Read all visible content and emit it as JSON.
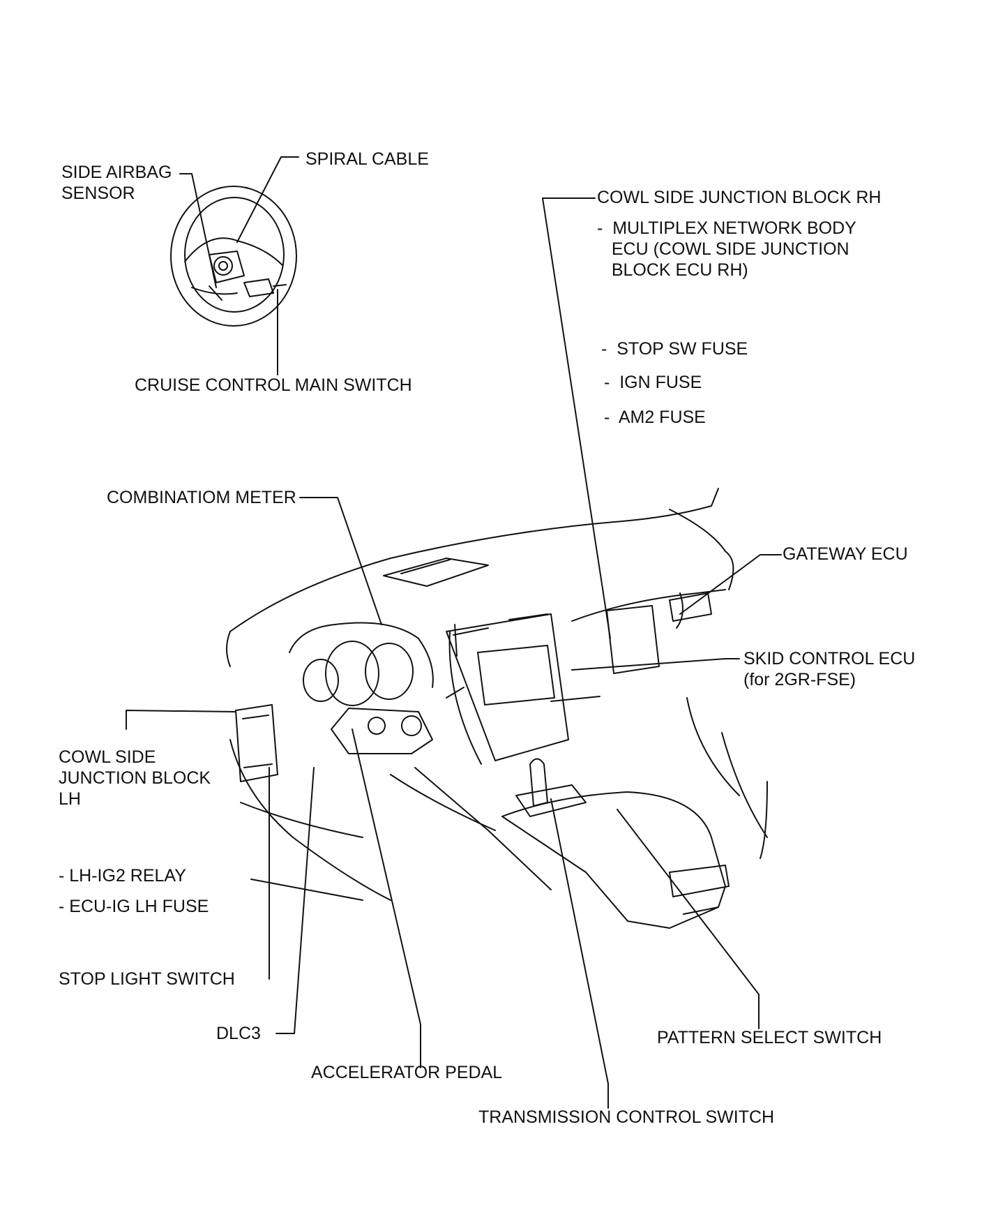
{
  "labels": {
    "side_airbag_sensor": "SIDE AIRBAG\nSENSOR",
    "spiral_cable": "SPIRAL CABLE",
    "cruise_control_main_switch": "CRUISE CONTROL MAIN SWITCH",
    "cowl_side_jb_rh": "COWL SIDE JUNCTION BLOCK RH",
    "multiplex_ecu": "-  MULTIPLEX NETWORK BODY\n   ECU (COWL SIDE JUNCTION\n   BLOCK ECU RH)",
    "stop_sw_fuse": "-  STOP SW FUSE",
    "ign_fuse": "-  IGN FUSE",
    "am2_fuse": "-  AM2 FUSE",
    "combination_meter": "COMBINATIOM METER",
    "gateway_ecu": "GATEWAY ECU",
    "skid_control_ecu": "SKID CONTROL ECU\n(for 2GR-FSE)",
    "cowl_side_jb_lh": "COWL SIDE\nJUNCTION BLOCK\nLH",
    "lh_ig2_relay": "- LH-IG2 RELAY",
    "ecu_ig_lh_fuse": "- ECU-IG LH FUSE",
    "stop_light_switch": "STOP LIGHT SWITCH",
    "dlc3": "DLC3",
    "accelerator_pedal": "ACCELERATOR PEDAL",
    "pattern_select_switch": "PATTERN SELECT SWITCH",
    "transmission_control_switch": "TRANSMISSION CONTROL SWITCH"
  }
}
